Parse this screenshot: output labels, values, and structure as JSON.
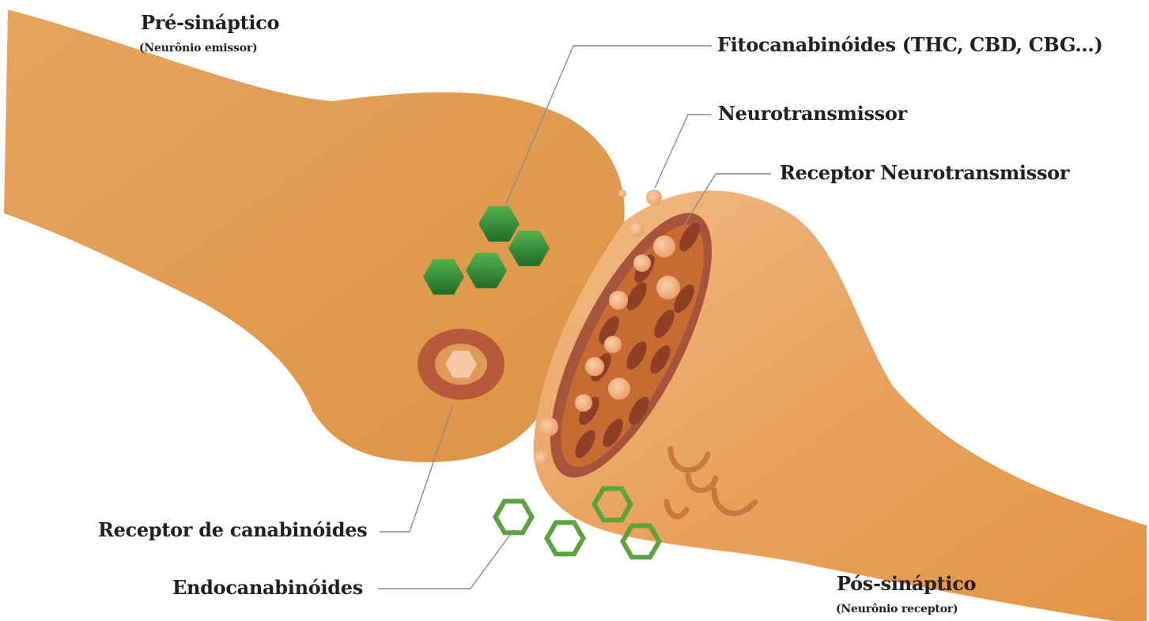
{
  "labels": {
    "pre_synaptic": "Pré-sináptico",
    "pre_synaptic_sub": "(Neurônio emissor)",
    "post_synaptic": "Pós-sináptico",
    "post_synaptic_sub": "(Neurônio receptor)",
    "phytocannabinoids": "Fitocanabinóides (THC, CBD, CBG...)",
    "neurotransmitter": "Neurotransmissor",
    "neurotransmitter_receptor": "Receptor Neurotransmissor",
    "cannabinoid_receptor": "Receptor de canabinóides",
    "endocannabinoids": "Endocanabinóides"
  },
  "colors": {
    "neuron_body": "#e19a4d",
    "neuron_light": "#eeb37c",
    "synapse_rim": "#a7523a",
    "synapse_fill": "#c86b33",
    "receptor_oval": "#8f3f26",
    "neurotransmitter_dot": "#f1b183",
    "phytocannabinoid": "#3a9140",
    "endocannabinoid_outline": "#5ca33b",
    "leader_line": "#8b8b8b"
  }
}
